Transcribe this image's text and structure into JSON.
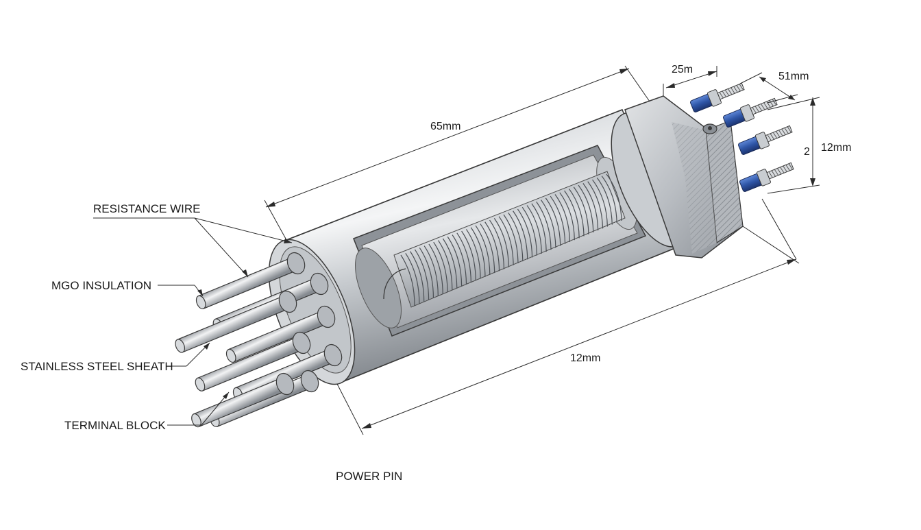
{
  "labels": {
    "resistance_wire": "RESISTANCE WIRE",
    "mgo_insulation": "MGO INSULATION",
    "stainless_steel_sheath": "STAINLESS STEEL SHEATH",
    "terminal_block": "TERMINAL BLOCK",
    "power_pin": "POWER PIN"
  },
  "dimensions": {
    "overall_length": "65mm",
    "bottom_length": "12mm",
    "flange_width": "25m",
    "terminal_spacing": "51mm",
    "terminal_height": "12mm",
    "terminal_count": "2"
  },
  "colors": {
    "steel_light": "#eef0f2",
    "steel_mid": "#bfc3c8",
    "steel_dark": "#7d8288",
    "insulator_blue": "#2e55a6",
    "outline": "#3a3a3a"
  }
}
